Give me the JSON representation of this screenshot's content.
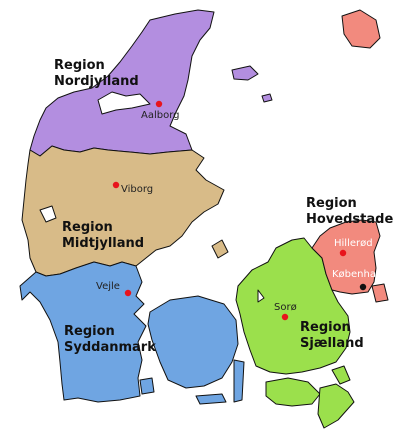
{
  "colors": {
    "nordjylland": "#b38ee0",
    "midtjylland": "#d8bb88",
    "syddanmark": "#6fa5e2",
    "sjaelland": "#9be04c",
    "hovedstaden": "#f28a7e",
    "city_dot": "#e8141c",
    "capital_dot": "#111111",
    "border": "#111111"
  },
  "regions": {
    "nordjylland": {
      "line1": "Region",
      "line2": "Nordjylland"
    },
    "midtjylland": {
      "line1": "Region",
      "line2": "Midtjylland"
    },
    "syddanmark": {
      "line1": "Region",
      "line2": "Syddanmark"
    },
    "sjaelland": {
      "line1": "Region",
      "line2": "Sjælland"
    },
    "hovedstaden": {
      "line1": "Region",
      "line2": "Hovedstaden"
    }
  },
  "cities": {
    "aalborg": {
      "name": "Aalborg",
      "marker": "red-dot"
    },
    "viborg": {
      "name": "Viborg",
      "marker": "red-dot"
    },
    "vejle": {
      "name": "Vejle",
      "marker": "red-dot"
    },
    "soro": {
      "name": "Sorø",
      "marker": "red-dot"
    },
    "hillerod": {
      "name": "Hillerød",
      "marker": "red-dot"
    },
    "kobenhavn": {
      "name": "København",
      "marker": "black-dot"
    }
  }
}
